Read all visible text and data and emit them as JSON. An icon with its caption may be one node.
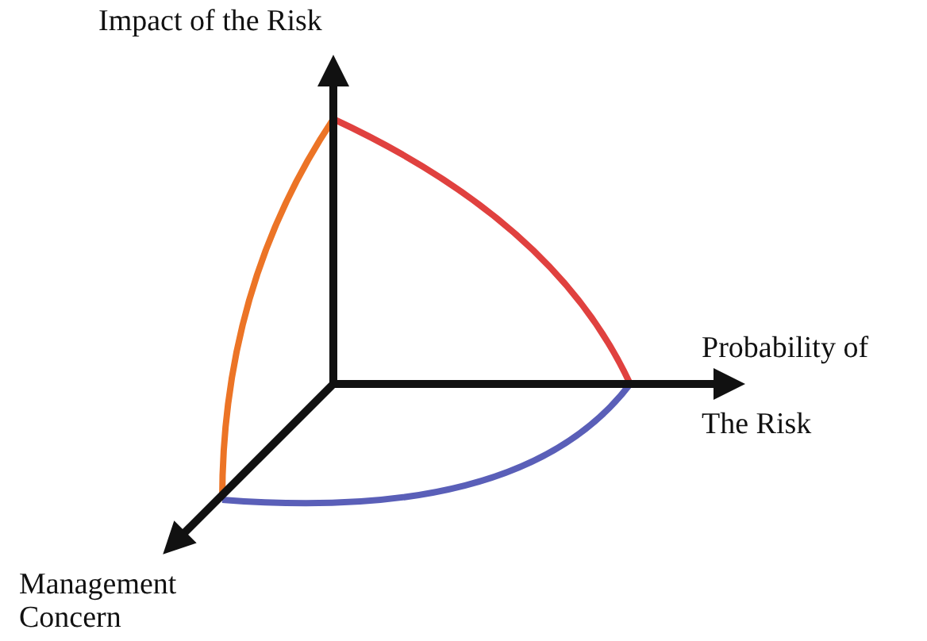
{
  "diagram": {
    "labels": [
      "Impact of the Risk",
      "Probability of The Risk",
      "Management Concern"
    ]
  }
}
